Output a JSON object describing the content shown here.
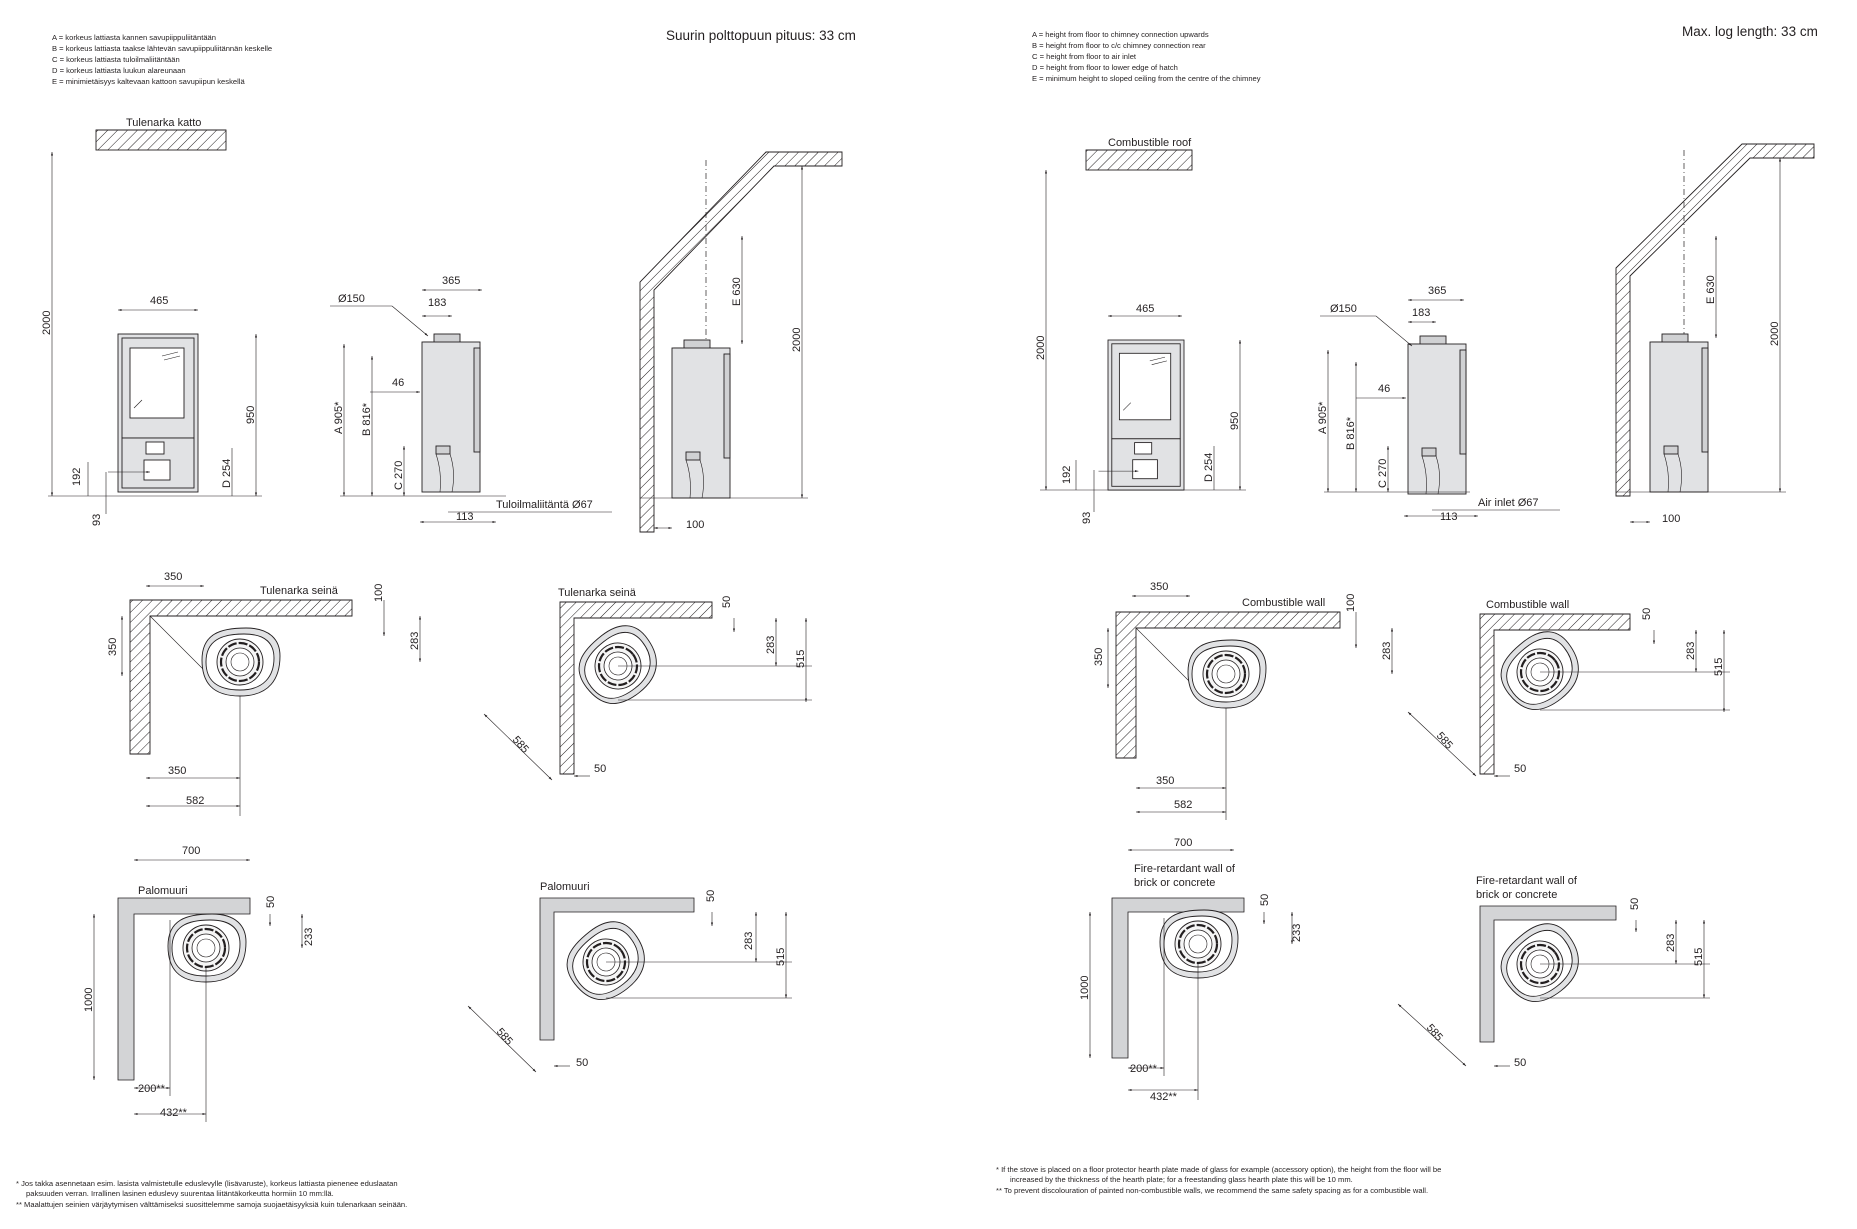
{
  "fi": {
    "legend": [
      "A = korkeus lattiasta kannen savupiippuliitäntään",
      "B = korkeus lattiasta taakse lähtevän savupiippuliitännän keskelle",
      "C = korkeus lattiasta tuloilmaliitäntään",
      "D = korkeus lattiasta luukun alareunaan",
      "E = minimietäisyys kaltevaan kattoon savupiipun keskellä"
    ],
    "log_length": "Suurin polttopuun pituus: 33 cm",
    "roof_label": "Tulenarka katto",
    "wall_label_1": "Tulenarka seinä",
    "wall_label_2": "Tulenarka seinä",
    "firewall_label_1": "Palomuuri",
    "firewall_label_2": "Palomuuri",
    "air_inlet": "Tuloilmaliitäntä Ø67",
    "notes": [
      "* Jos takka asennetaan esim. lasista valmistetulle eduslevylle (lisävaruste), korkeus lattiasta pienenee eduslaatan",
      "paksuuden verran. Irrallinen lasinen eduslevy suurentaa liitäntäkorkeutta hormiin 10 mm:llä.",
      "** Maalattujen seinien värjäytymisen välttämiseksi suosittelemme samoja suojaetäisyyksiä kuin tulenarkaan seinään."
    ]
  },
  "en": {
    "legend": [
      "A = height from floor to chimney connection upwards",
      "B = height from floor to c/c chimney connection rear",
      "C = height from floor to air inlet",
      "D = height from floor to lower edge of hatch",
      "E = minimum height to sloped ceiling from the centre of the chimney"
    ],
    "log_length": "Max. log length: 33 cm",
    "roof_label": "Combustible roof",
    "wall_label_1": "Combustible wall",
    "wall_label_2": "Combustible wall",
    "firewall_label_1_a": "Fire-retardant wall of",
    "firewall_label_1_b": "brick or concrete",
    "firewall_label_2_a": "Fire-retardant wall of",
    "firewall_label_2_b": "brick or concrete",
    "air_inlet": "Air inlet Ø67",
    "notes": [
      "*   If the stove is placed on a floor protector hearth plate made of glass for example (accessory option), the height from the floor will be",
      "increased by the thickness of the hearth plate; for a freestanding glass hearth plate this will be 10 mm.",
      "**  To prevent discolouration of painted non-combustible walls, we recommend the same safety spacing as for a combustible wall."
    ]
  },
  "dims": {
    "d2000": "2000",
    "d465": "465",
    "d950": "950",
    "d192": "192",
    "d93": "93",
    "dD254": "D 254",
    "d365": "365",
    "d183": "183",
    "d150": "Ø150",
    "dA905": "A 905*",
    "dB816": "B 816*",
    "d46": "46",
    "dC270": "C 270",
    "d113": "113",
    "dE630": "E 630",
    "d100": "100",
    "d350": "350",
    "d582": "582",
    "d283": "283",
    "d515": "515",
    "d585": "585",
    "d50": "50",
    "d700": "700",
    "d1000": "1000",
    "d233": "233",
    "d200": "200**",
    "d432": "432**"
  },
  "colors": {
    "line": "#231f20",
    "stove_fill": "#e1e2e4",
    "firewall_fill": "#d3d4d6"
  },
  "icons": [
    "stove-front-icon",
    "stove-side-icon",
    "stove-top-icon",
    "hatch-pattern-icon"
  ]
}
